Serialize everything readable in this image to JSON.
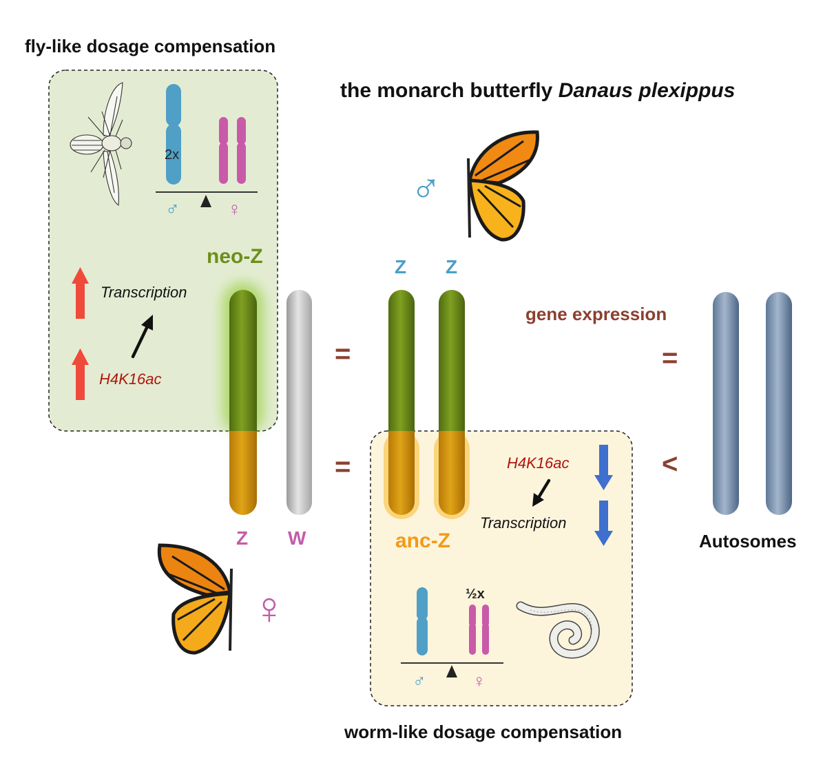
{
  "titles": {
    "fly": "fly-like dosage compensation",
    "main_prefix": "the monarch butterfly ",
    "main_species": "Danaus plexippus",
    "worm": "worm-like dosage compensation"
  },
  "fly_box": {
    "dose_label": "2x",
    "male_symbol": "♂",
    "female_symbol": "♀",
    "transcription": "Transcription",
    "mark": "H4K16ac"
  },
  "worm_box": {
    "dose_label": "½x",
    "male_symbol": "♂",
    "female_symbol": "♀",
    "transcription": "Transcription",
    "mark": "H4K16ac"
  },
  "labels": {
    "neo_z": "neo-Z",
    "anc_z": "anc-Z",
    "female_z": "Z",
    "female_w": "W",
    "male_z1": "Z",
    "male_z2": "Z",
    "gene_expression": "gene expression",
    "autosomes": "Autosomes",
    "eq1": "=",
    "eq2": "=",
    "eq3": "=",
    "lt": "<",
    "male_symbol": "♂",
    "female_symbol": "♀"
  },
  "colors": {
    "fly_box_bg": "#e3ecd2",
    "worm_box_bg": "#fdf4dc",
    "neo_z_green": "#6e8e1c",
    "anc_z_orange": "#d8960c",
    "w_gray": "#b8b8b8",
    "autosome_blue": "#6f8aab",
    "male_blue": "#4a9fc4",
    "female_pink": "#c45ca8",
    "relation_brown": "#8c3f30",
    "up_red": "#f04a3a",
    "down_blue": "#3f6fcf",
    "mark_red": "#b0140c"
  }
}
